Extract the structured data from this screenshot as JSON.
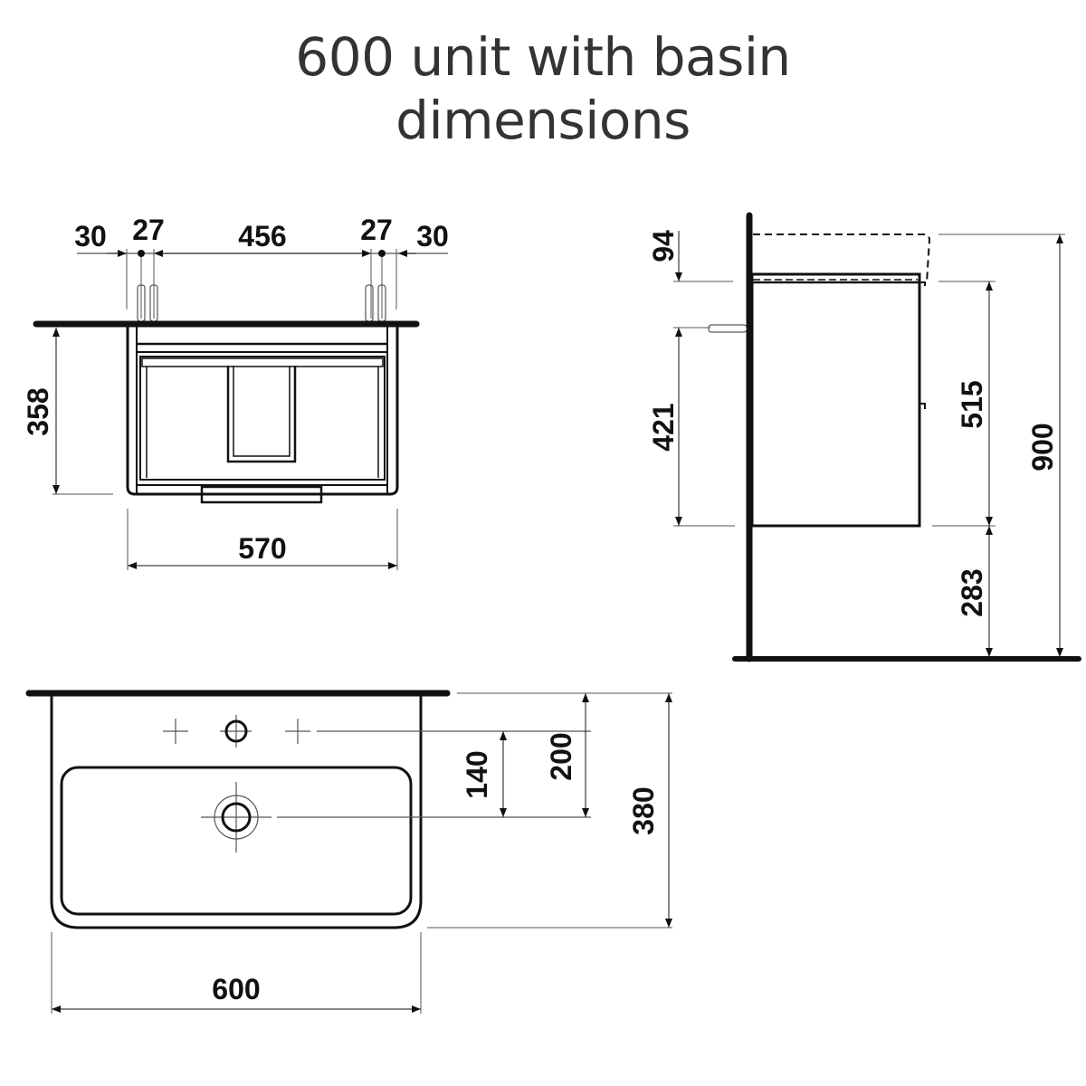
{
  "title": {
    "line1": "600 unit with basin",
    "line2": "dimensions"
  },
  "colors": {
    "title_text": "#333333",
    "line": "#111111",
    "thin_line": "#555555",
    "background": "#ffffff"
  },
  "front_view": {
    "top_dims": {
      "left_edge": "30",
      "left_hole_spacing": "27",
      "center_span": "456",
      "right_hole_spacing": "27",
      "right_edge": "30"
    },
    "height": "358",
    "width": "570"
  },
  "side_view": {
    "basin_height": "94",
    "fixing_height": "421",
    "unit_height": "515",
    "floor_clearance": "283",
    "total_height": "900"
  },
  "basin_top_view": {
    "tap_to_waste": "140",
    "wall_to_waste": "200",
    "depth": "380",
    "width": "600"
  }
}
